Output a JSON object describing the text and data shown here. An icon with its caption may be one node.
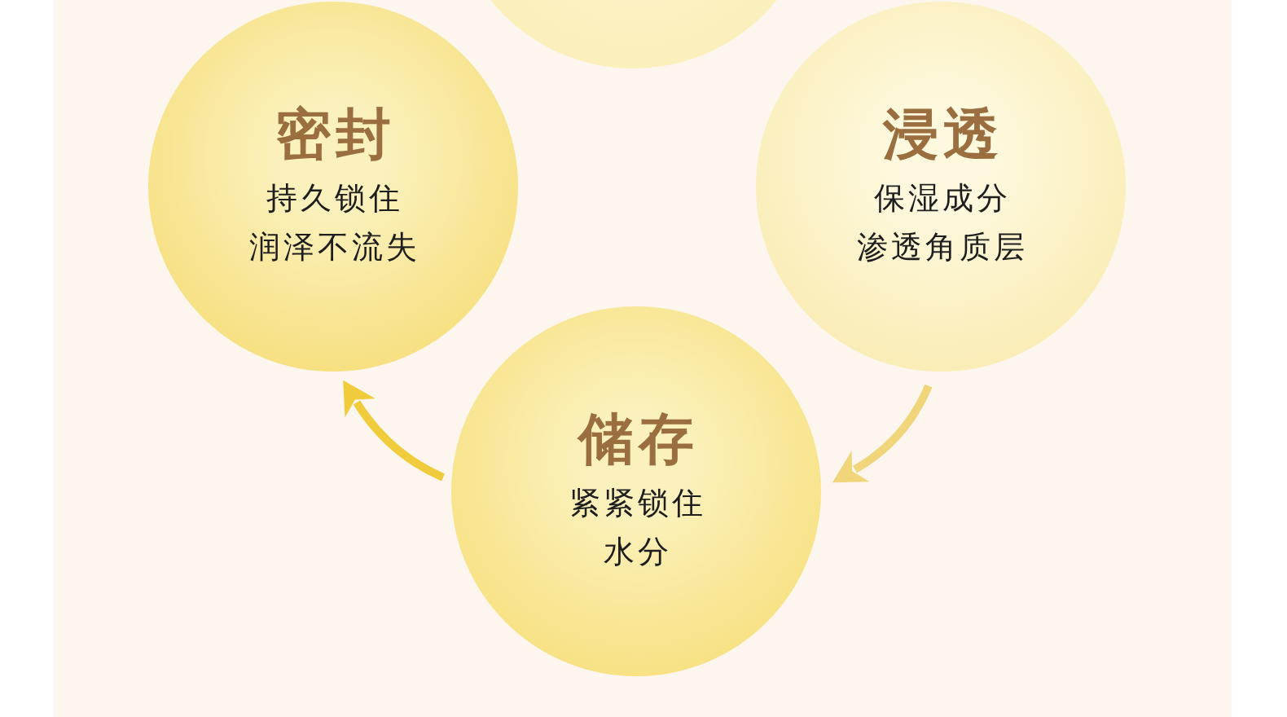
{
  "diagram": {
    "nodes": [
      {
        "text": [],
        "shape": "circle"
      },
      {
        "text": [
          "密封",
          "持久锁住润泽不流失"
        ]
      },
      {
        "text": [
          "浸透",
          "保湿成分渗透角质层"
        ]
      },
      {
        "text": [
          "储存",
          "紧紧锁住水分"
        ]
      }
    ],
    "edges": [
      {
        "from": 2,
        "to": 3,
        "arrow": "to",
        "color": "#f0d57a"
      },
      {
        "from": 3,
        "to": 1,
        "arrow": "to",
        "color": "#f0cc3c"
      }
    ]
  }
}
